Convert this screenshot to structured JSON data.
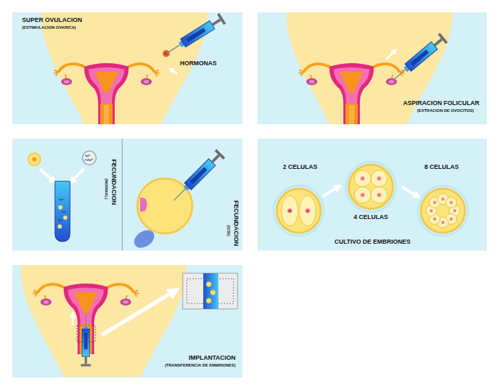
{
  "diagram": {
    "nodes": [
      {
        "text": [
          "SUPER OVULACION",
          "(ESTIMULACION OVARICA)",
          "HORMONAS"
        ]
      },
      {
        "text": [
          "ASPIRACION FOLICULAR",
          "(EXTRACION DE OVOCITOS)"
        ]
      },
      {
        "text": [
          "FECUNDACION",
          "(NORMAL)",
          "FECUNDACION",
          "(ICSI)"
        ]
      },
      {
        "text": [
          "2 CELULAS",
          "4 CELULAS",
          "8 CELULAS",
          "CULTIVO DE EMBRIONES"
        ]
      },
      {
        "text": [
          "IMPLANTACION",
          "(TRANSFERENCIA DE EMBRIONES)"
        ]
      }
    ]
  }
}
